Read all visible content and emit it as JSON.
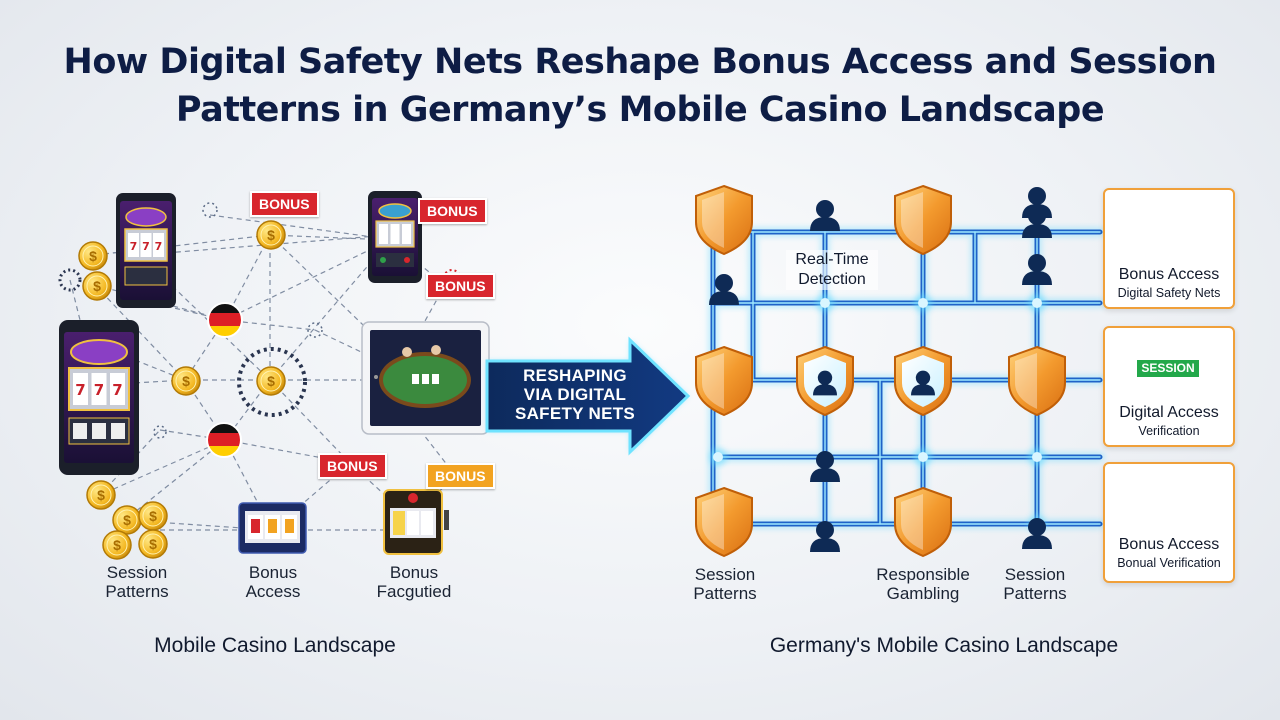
{
  "title": {
    "line1": "How Digital Safety Nets Reshape Bonus Access and Session",
    "line2": "Patterns in Germany’s Mobile Casino Landscape"
  },
  "left": {
    "labels": [
      {
        "line1": "Session",
        "line2": "Patterns"
      },
      {
        "line1": "Bonus",
        "line2": "Access"
      },
      {
        "line1": "Bonus",
        "line2": "Facgutied"
      }
    ],
    "footer": "Mobile Casino Landscape",
    "badges": [
      "BONUS",
      "BONUS",
      "BONUS",
      "BONUS",
      "BONUS"
    ]
  },
  "arrow": {
    "line1": "RESHAPING",
    "line2": "VIA DIGITAL",
    "line3": "SAFETY NETS"
  },
  "right": {
    "realtime": {
      "line1": "Real-Time",
      "line2": "Detection"
    },
    "labels": [
      {
        "line1": "Session",
        "line2": "Patterns"
      },
      {
        "line1": "Responsible",
        "line2": "Gambling"
      },
      {
        "line1": "Session",
        "line2": "Patterns"
      }
    ],
    "footer": "Germany's Mobile Casino Landscape",
    "cards": [
      {
        "title": "Bonus Access",
        "subtitle": "Digital Safety Nets",
        "icon": "coins-check-icon"
      },
      {
        "title": "Digital Access",
        "subtitle": "Verification",
        "icon": "hourglass-icon",
        "tag": "SESSION"
      },
      {
        "title": "Bonus Access",
        "subtitle": "Bonual Verification",
        "icon": "coins-check-icon"
      }
    ]
  },
  "colors": {
    "navy": "#0e1d45",
    "network": "#1e63c8",
    "glow": "#5fd8ff",
    "shield": "#f39a2e",
    "badge_red": "#d8262d",
    "badge_amber": "#f2a321"
  }
}
